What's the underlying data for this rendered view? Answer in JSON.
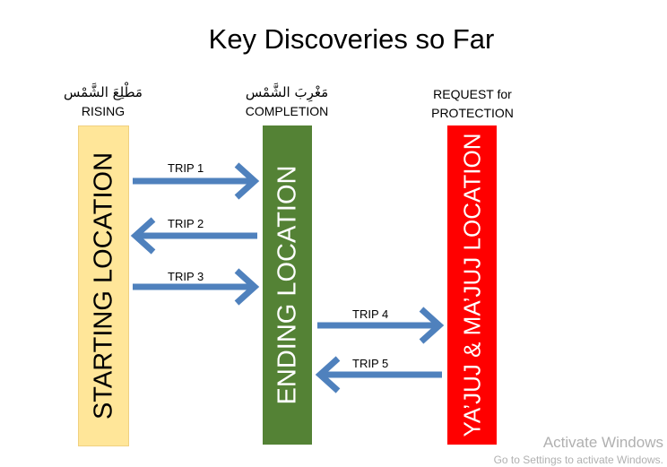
{
  "title": "Key Discoveries so Far",
  "columns": [
    {
      "arabic": "مَطْلِعَ الشَّمْس",
      "label": "RISING",
      "bar_text": "STARTING LOCATION",
      "color": "#ffe699"
    },
    {
      "arabic": "مَغْرِبَ الشَّمْس",
      "label": "COMPLETION",
      "bar_text": "ENDING LOCATION",
      "color": "#548235"
    },
    {
      "label_line1": "REQUEST for",
      "label_line2": "PROTECTION",
      "bar_text": "YA’JUJ & MA’JUJ LOCATION",
      "color": "#ff0000"
    }
  ],
  "trips": [
    "TRIP 1",
    "TRIP 2",
    "TRIP 3",
    "TRIP 4",
    "TRIP 5"
  ],
  "arrow_color": "#4f81bd",
  "watermark": {
    "line1": "Activate Windows",
    "line2": "Go to Settings to activate Windows."
  }
}
